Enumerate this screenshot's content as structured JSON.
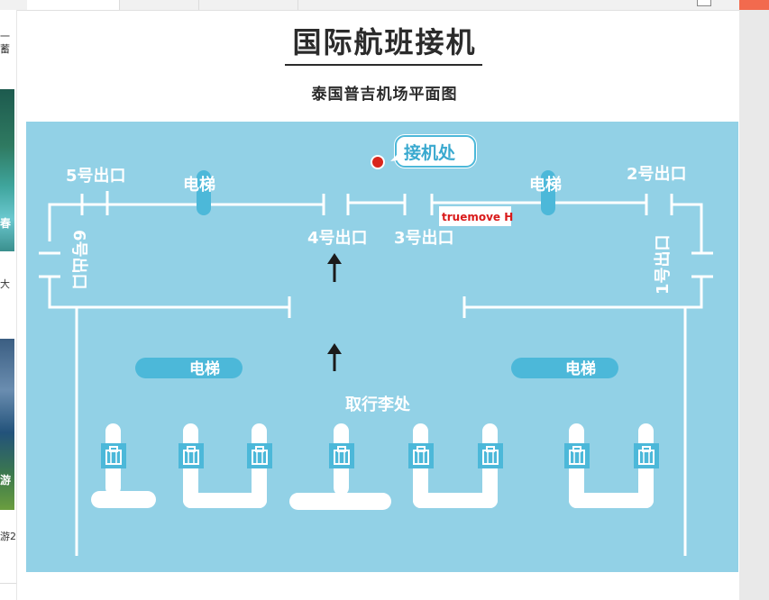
{
  "page": {
    "tab_text": "",
    "top_right_text": "",
    "title": "国际航班接机",
    "subtitle": "泰国普吉机场平面图"
  },
  "left_column": {
    "snippets": [
      "一",
      "蓄",
      "大",
      "游",
      "游2"
    ]
  },
  "map": {
    "meeting_point": "接机处",
    "exits": {
      "exit1": "1号出口",
      "exit2": "2号出口",
      "exit3": "3号出口",
      "exit4": "4号出口",
      "exit5": "5号出口",
      "exit6": "6号出口"
    },
    "escalator": "电梯",
    "baggage_claim": "取行李处",
    "brand_logo_text": "truemove H"
  },
  "colors": {
    "map_bg": "#92d1e6",
    "pill": "#4cb8d9",
    "line": "#ffffff",
    "marker": "#d9261c",
    "title": "#2b2b2b"
  }
}
